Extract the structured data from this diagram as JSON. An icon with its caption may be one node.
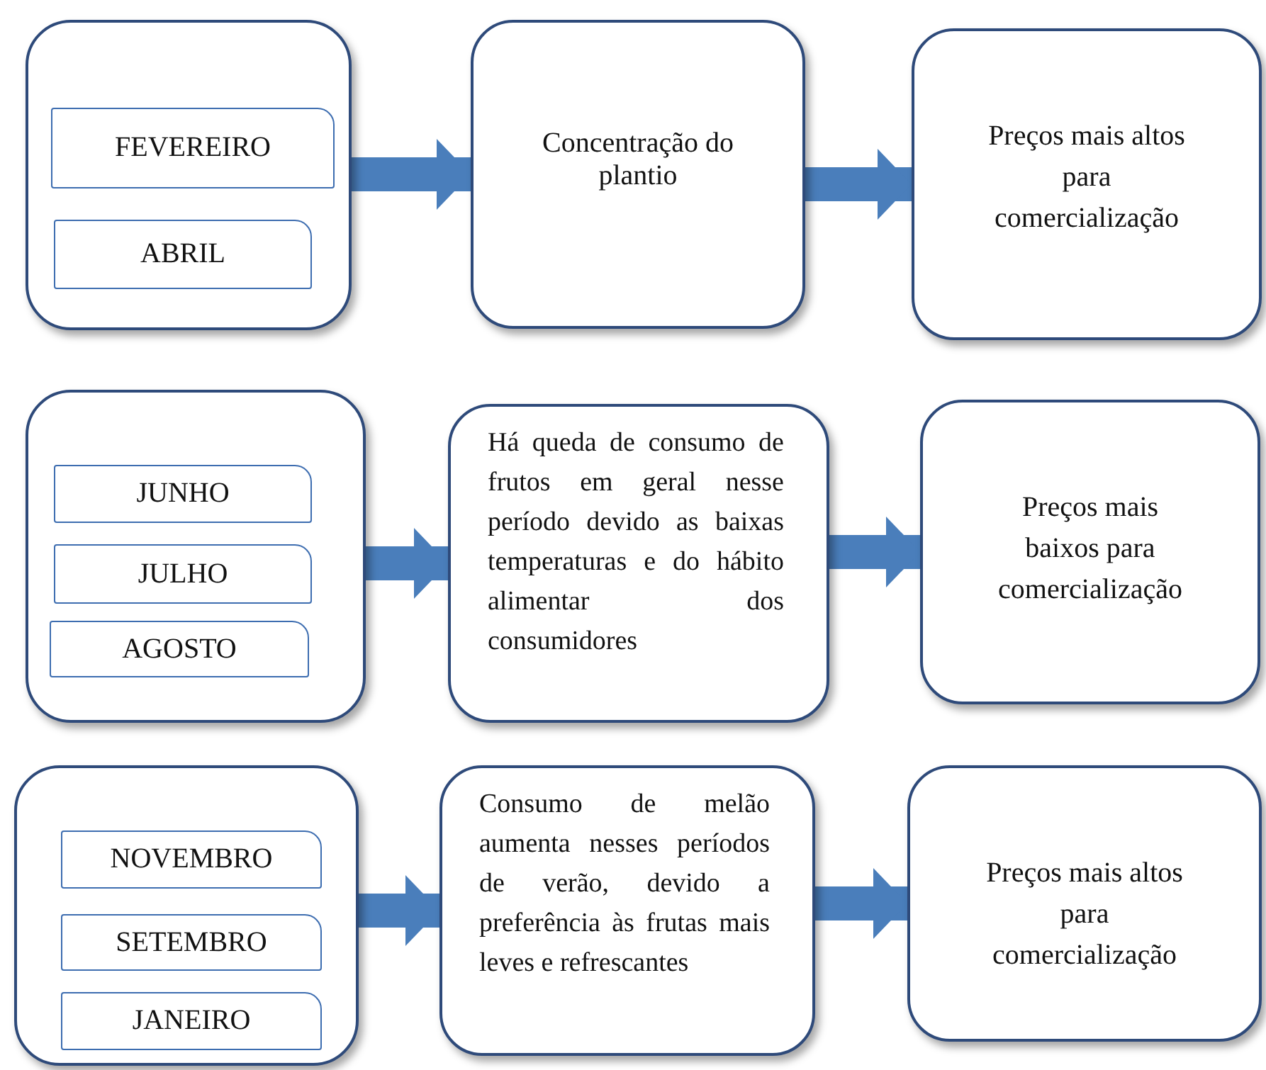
{
  "diagram": {
    "nodes": [
      {
        "text": [],
        "shape": "box"
      },
      {
        "text": [
          "FEVEREIRO"
        ],
        "in": 0
      },
      {
        "text": [
          "ABRIL"
        ],
        "in": 0
      },
      {
        "text": [
          "Concentração do plantio"
        ]
      },
      {
        "text": [
          "Preços mais altos para comercialização"
        ]
      },
      {
        "text": [],
        "shape": "box"
      },
      {
        "text": [
          "JUNHO"
        ],
        "in": 5
      },
      {
        "text": [
          "JULHO"
        ],
        "in": 5
      },
      {
        "text": [
          "AGOSTO"
        ],
        "in": 5
      },
      {
        "text": [
          "Há queda de consumo de frutos em geral nesse período devido as baixas temperaturas e do hábito alimentar dos consumidores"
        ]
      },
      {
        "text": [
          "Preços mais baixos para comercialização"
        ]
      },
      {
        "text": [],
        "shape": "box"
      },
      {
        "text": [
          "NOVEMBRO"
        ],
        "in": 11
      },
      {
        "text": [
          "SETEMBRO"
        ],
        "in": 11
      },
      {
        "text": [
          "JANEIRO"
        ],
        "in": 11
      },
      {
        "text": [
          "Consumo de melão aumenta nesses períodos de verão, devido a preferência às frutas mais leves e refrescantes"
        ]
      },
      {
        "text": [
          "Preços mais altos para comercialização"
        ]
      }
    ],
    "edges": [
      {
        "from": 0,
        "to": 3,
        "arrow": "to"
      },
      {
        "from": 3,
        "to": 4,
        "arrow": "to"
      },
      {
        "from": 5,
        "to": 9,
        "arrow": "to"
      },
      {
        "from": 9,
        "to": 10,
        "arrow": "to"
      },
      {
        "from": 11,
        "to": 15,
        "arrow": "to"
      },
      {
        "from": 15,
        "to": 16,
        "arrow": "to"
      }
    ]
  }
}
